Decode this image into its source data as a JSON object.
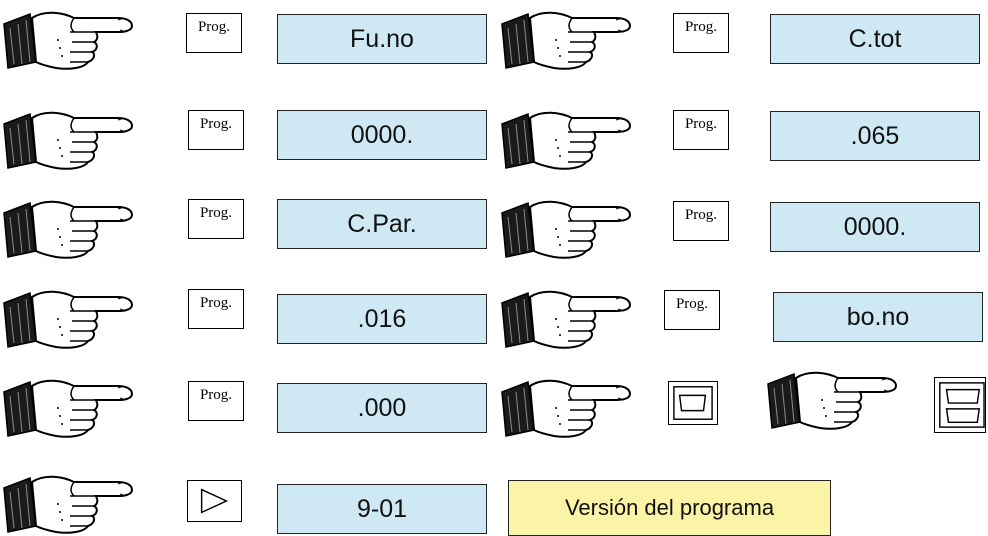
{
  "steps": [
    {
      "key": "Prog.",
      "display": "Fu.no"
    },
    {
      "key": "Prog.",
      "display": "C.tot"
    },
    {
      "key": "Prog.",
      "display": "0000."
    },
    {
      "key": "Prog.",
      "display": ".065"
    },
    {
      "key": "Prog.",
      "display": "C.Par."
    },
    {
      "key": "Prog.",
      "display": "0000."
    },
    {
      "key": "Prog.",
      "display": ".016"
    },
    {
      "key": "Prog.",
      "display": "bo.no"
    },
    {
      "key": "Prog.",
      "display": ".000"
    },
    {
      "display": "9-01"
    }
  ],
  "icons": {
    "pointer": "pointing-hand-icon",
    "square_key": "square-key-icon",
    "double_square_key": "double-square-key-icon",
    "play_key": "play-triangle-icon"
  },
  "note": "Versión del programa",
  "colors": {
    "display_bg": "#cfe9f4",
    "note_bg": "#fbf3a6"
  }
}
